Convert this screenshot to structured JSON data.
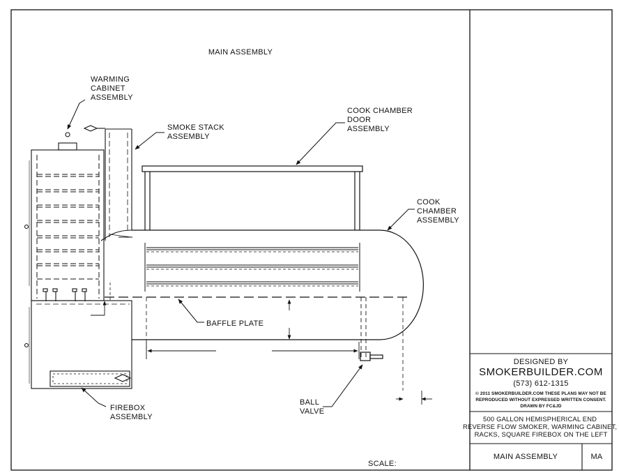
{
  "drawing": {
    "title": "MAIN ASSEMBLY",
    "scale_label": "SCALE:"
  },
  "callouts": {
    "warming_cabinet": [
      "WARMING",
      "CABINET",
      "ASSEMBLY"
    ],
    "smoke_stack": [
      "SMOKE STACK",
      "ASSEMBLY"
    ],
    "cook_chamber_door": [
      "COOK CHAMBER",
      "DOOR",
      "ASSEMBLY"
    ],
    "cook_chamber": [
      "COOK",
      "CHAMBER",
      "ASSEMBLY"
    ],
    "baffle_plate": "BAFFLE PLATE",
    "firebox": [
      "FIREBOX",
      "ASSEMBLY"
    ],
    "ball_valve": [
      "BALL",
      "VALVE"
    ]
  },
  "title_block": {
    "designed_by": "DESIGNED BY",
    "company": "SMOKERBUILDER.COM",
    "phone": "(573) 612-1315",
    "copyright_line1": "© 2011 SMOKERBUILDER.COM THESE PLANS MAY NOT BE",
    "copyright_line2": "REPRODUCED WITHOUT EXPRESSED WRITTEN CONSENT.",
    "drawn_by": "DRAWN BY FC&JD",
    "description": [
      "500 GALLON HEMISPHERICAL END",
      "REVERSE FLOW SMOKER, WARMING CABINET,",
      "RACKS, SQUARE FIREBOX ON THE LEFT"
    ],
    "sheet_name": "MAIN ASSEMBLY",
    "sheet_code": "MA"
  }
}
